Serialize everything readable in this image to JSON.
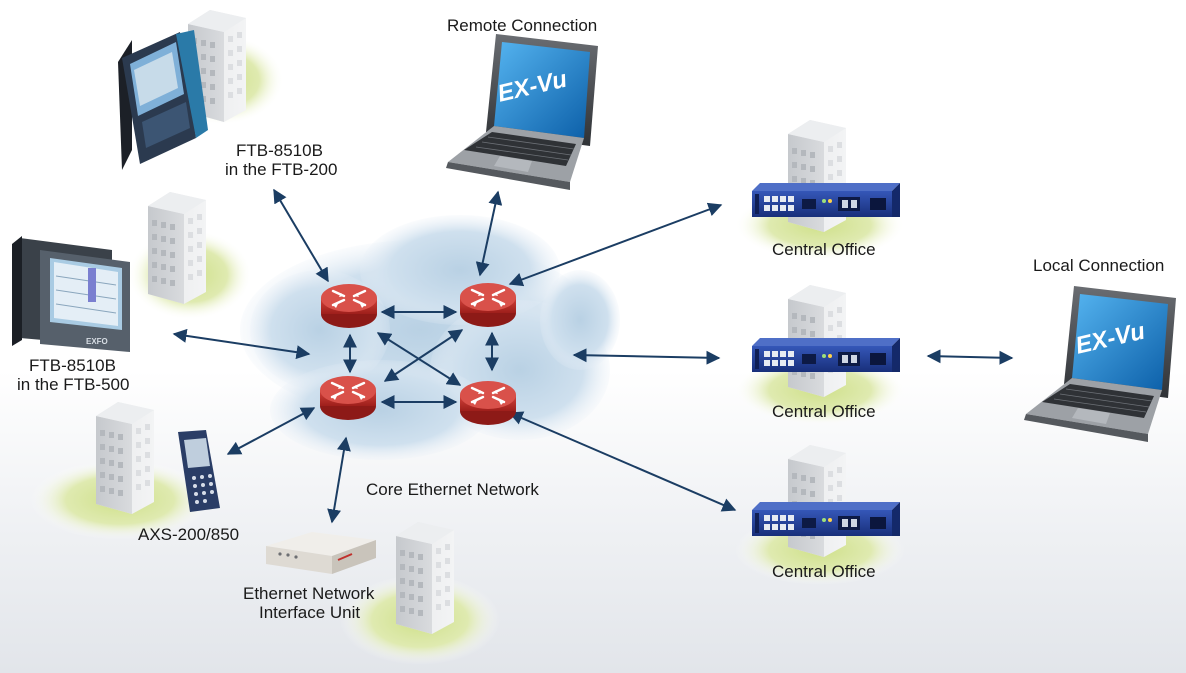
{
  "labels": {
    "remote_connection": "Remote Connection",
    "ftb200_line1": "FTB-8510B",
    "ftb200_line2": "in the FTB-200",
    "ftb500_line1": "FTB-8510B",
    "ftb500_line2": "in the FTB-500",
    "axs": "AXS-200/850",
    "core_network": "Core Ethernet Network",
    "eniu_line1": "Ethernet Network",
    "eniu_line2": "Interface Unit",
    "co_1": "Central Office",
    "co_2": "Central Office",
    "co_3": "Central Office",
    "local_connection": "Local Connection"
  },
  "screen_text": {
    "remote_laptop": "EX-Vu",
    "local_laptop": "EX-Vu",
    "ftb500_brand": "EXFO"
  },
  "colors": {
    "router": "#c0302c",
    "arrow": "#1b3d63",
    "building": "#d0d3d6",
    "grass": "#d6e59e",
    "rack": "#1f3f9a",
    "cloud": "#c9dcea",
    "screen": "#1579c8"
  }
}
